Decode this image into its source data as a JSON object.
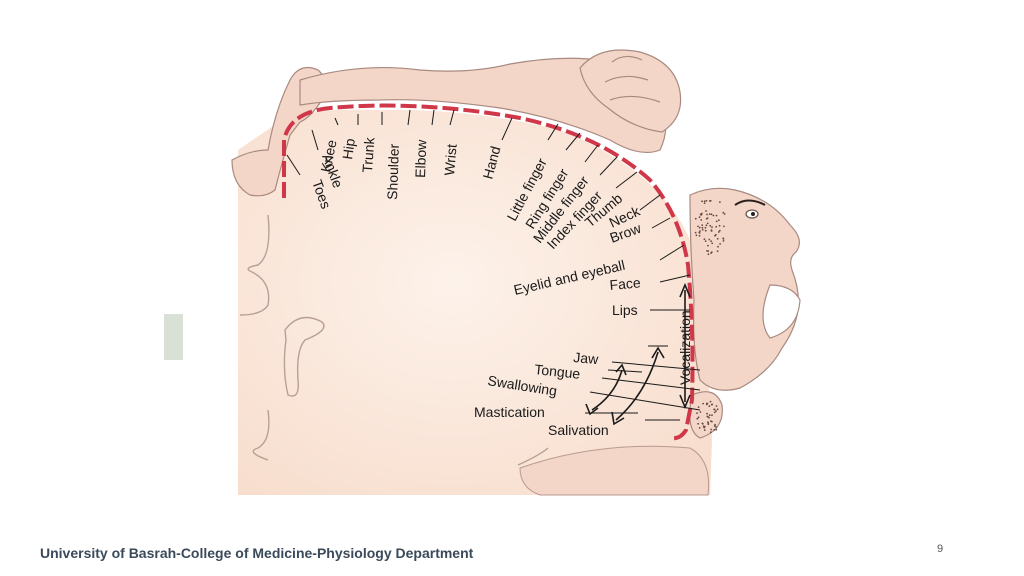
{
  "homunculus": {
    "upper_labels": [
      "Toes",
      "Ankle",
      "Knee",
      "Hip",
      "Trunk",
      "Shoulder",
      "Elbow",
      "Wrist",
      "Hand",
      "Little finger",
      "Ring finger",
      "Middle finger",
      "Index finger",
      "Thumb",
      "Neck",
      "Brow"
    ],
    "face_labels": [
      "Eyelid and eyeball",
      "Face",
      "Lips"
    ],
    "oral_labels": [
      "Jaw",
      "Tongue",
      "Swallowing",
      "Mastication",
      "Salivation"
    ],
    "vocalization_label": "Vocalization"
  },
  "colors": {
    "cortex_fill": "#fbe8dc",
    "body_fill": "#f3d6c7",
    "dash": "#d0384a",
    "outline": "#a88a80"
  },
  "footer": {
    "institution": "University of Basrah-College of Medicine-Physiology Department",
    "page_number": "9"
  }
}
